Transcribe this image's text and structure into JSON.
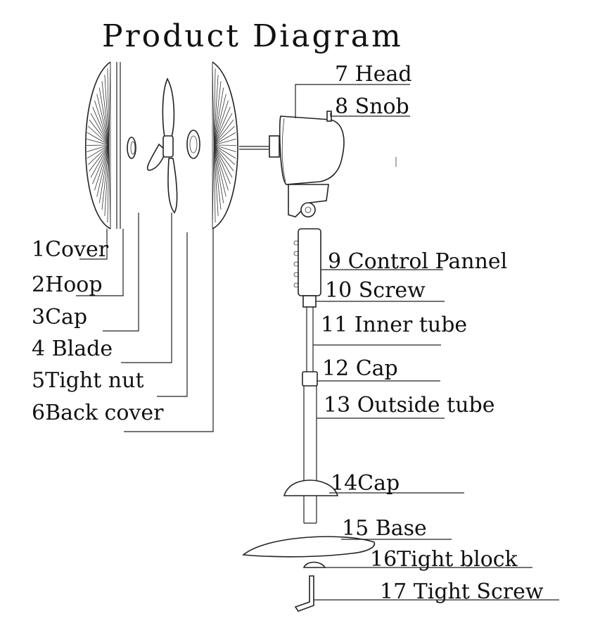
{
  "title": "Product Diagram",
  "left_labels": [
    {
      "num": "1",
      "name": "Cover"
    },
    {
      "num": "2",
      "name": "Hoop"
    },
    {
      "num": "3",
      "name": "Cap"
    },
    {
      "num": "4",
      "name": "Blade"
    },
    {
      "num": "5",
      "name": "Tight nut"
    },
    {
      "num": "6",
      "name": "Back cover"
    }
  ],
  "label_texts": {
    "l1": "1Cover",
    "l2": "2Hoop",
    "l3": "3Cap",
    "l4": "4 Blade",
    "l5": "5Tight nut",
    "l6": "6Back cover",
    "r7": "7 Head",
    "r8": "8 Snob",
    "r9": "9 Control Pannel",
    "r10": "10 Screw",
    "r11": "11 Inner tube",
    "r12": "12 Cap",
    "r13": "13 Outside tube",
    "r14": "14Cap",
    "r15": "15 Base",
    "r16": "16Tight block",
    "r17": "17 Tight Screw"
  }
}
